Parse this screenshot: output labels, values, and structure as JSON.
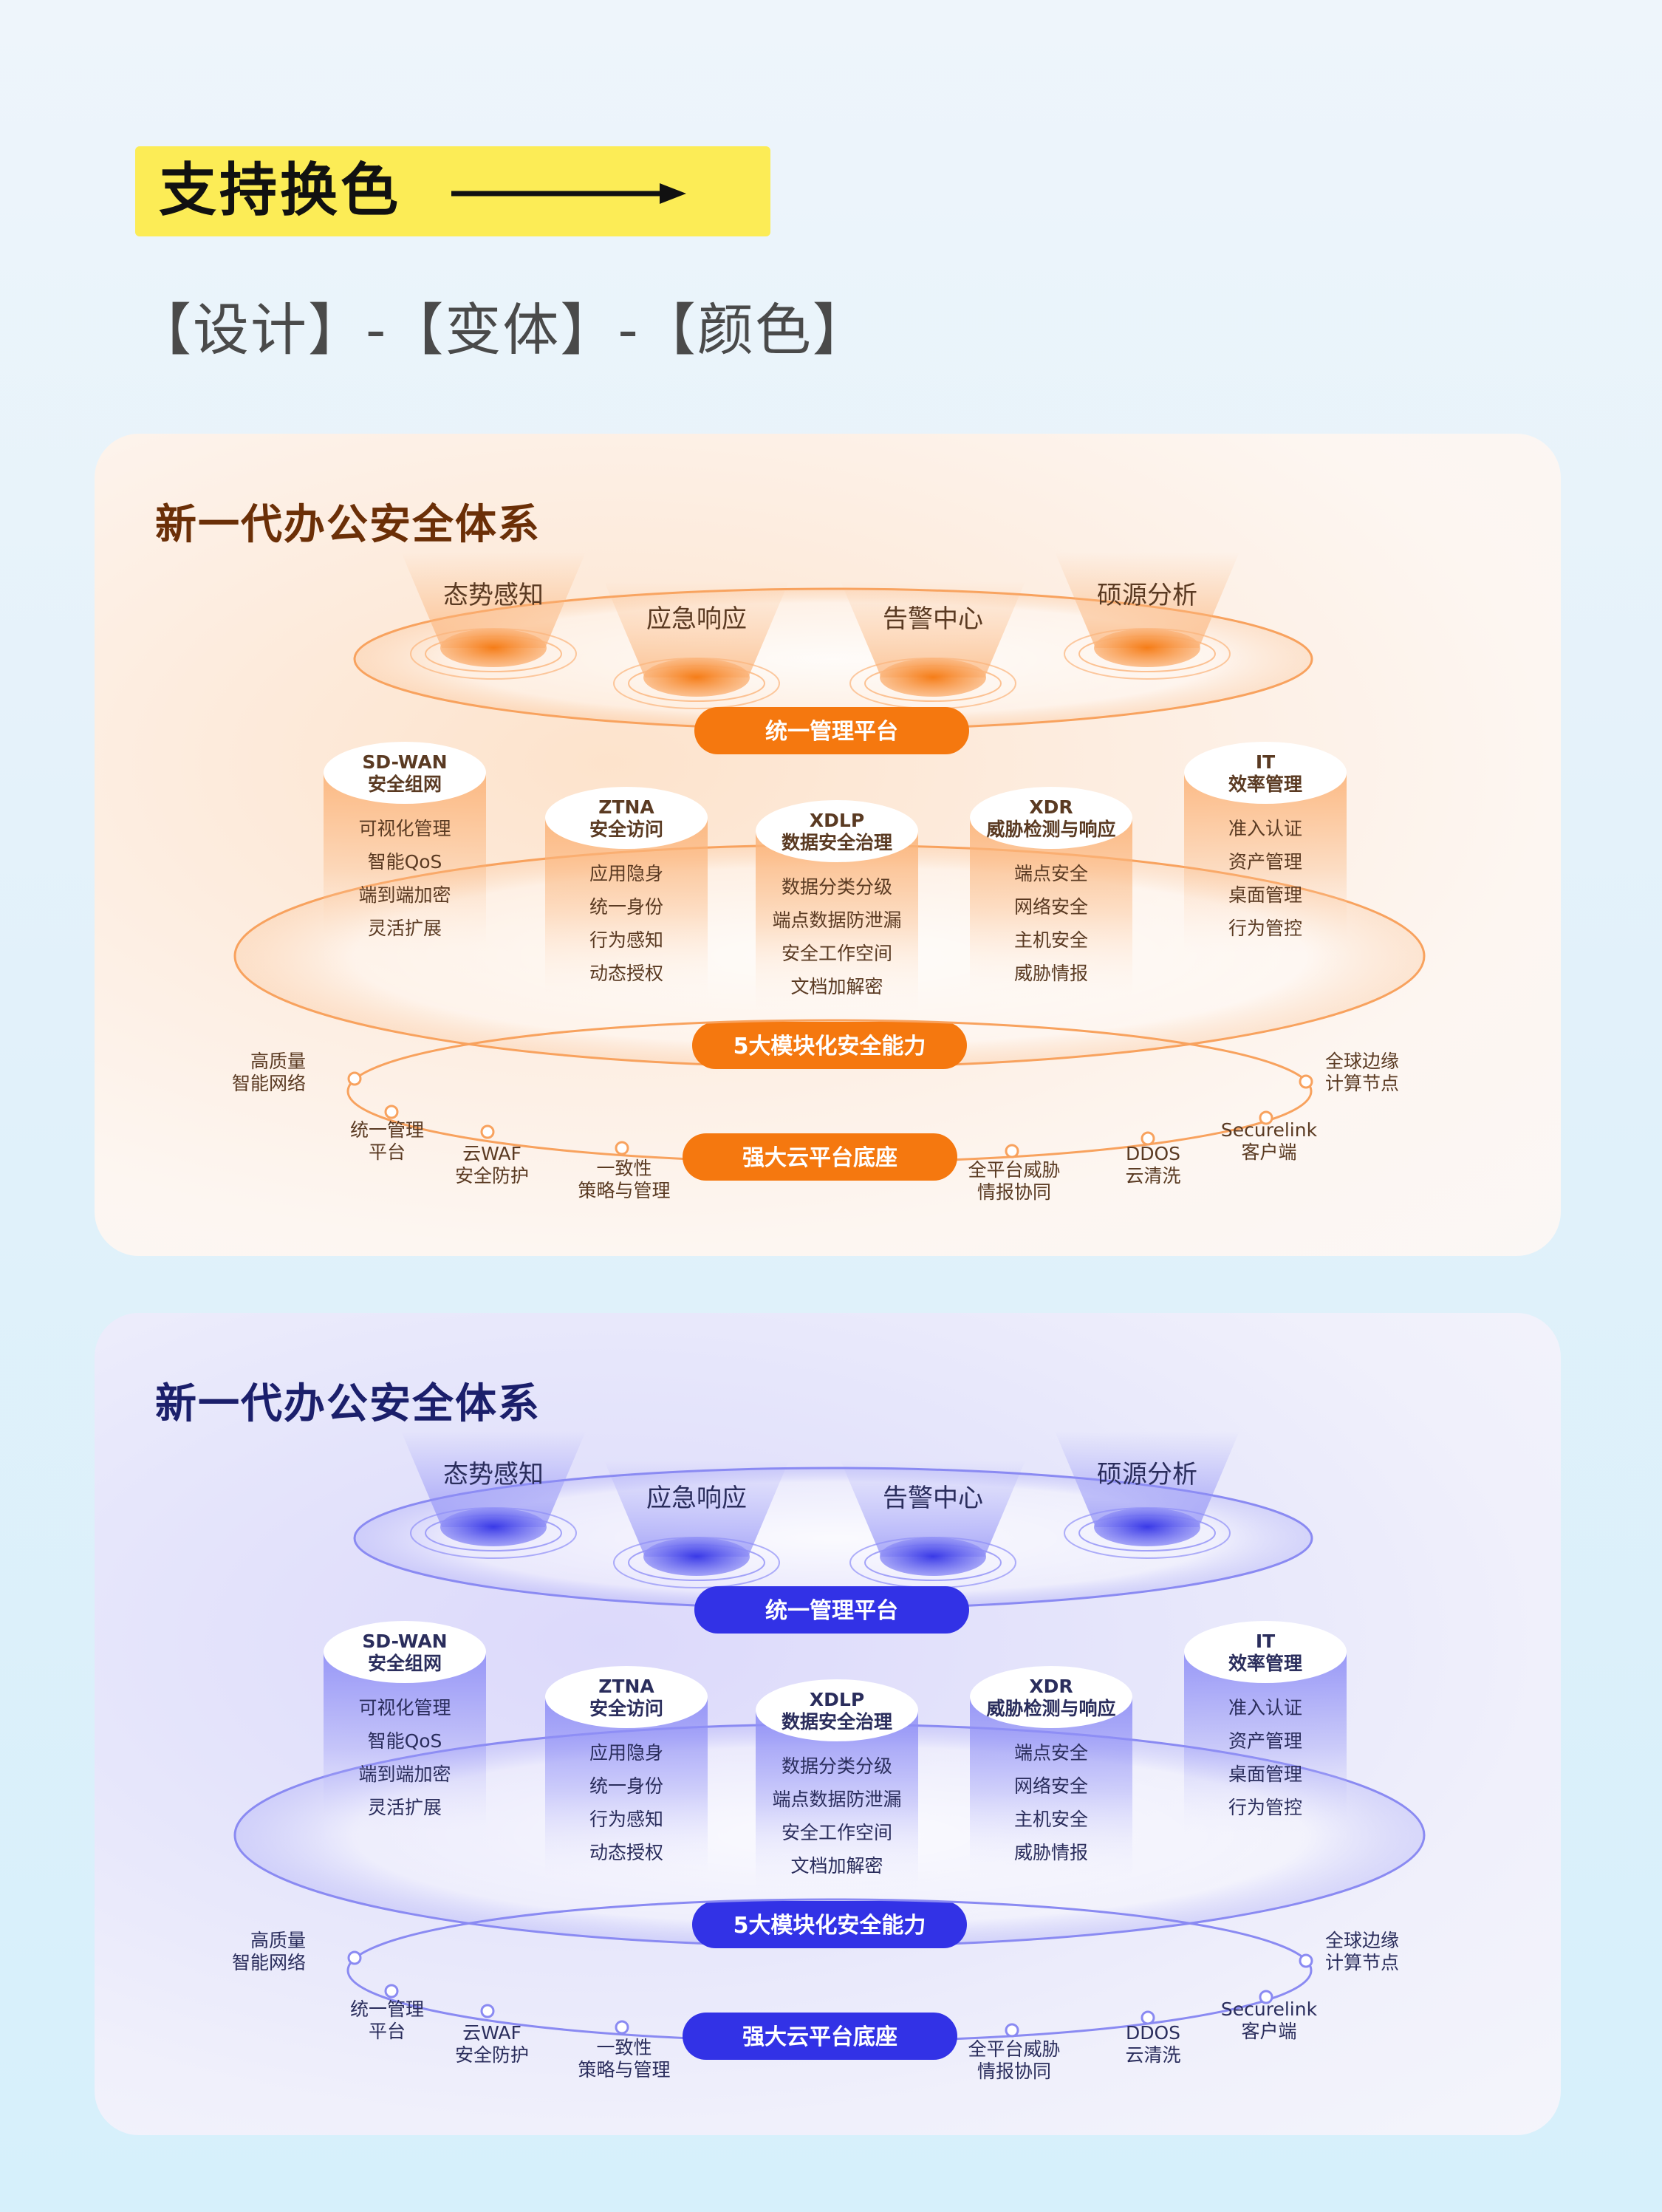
{
  "header": {
    "banner_title": "支持换色",
    "breadcrumb": "【设计】-【变体】-【颜色】"
  },
  "diagram": {
    "title": "新一代办公安全体系",
    "top_items": [
      "态势感知",
      "应急响应",
      "告警中心",
      "硕源分析"
    ],
    "pill_top": "统一管理平台",
    "pill_mid": "5大模块化安全能力",
    "pill_bottom": "强大云平台底座",
    "modules": [
      {
        "title": [
          "SD-WAN",
          "安全组网"
        ],
        "items": [
          "可视化管理",
          "智能QoS",
          "端到端加密",
          "灵活扩展"
        ]
      },
      {
        "title": [
          "ZTNA",
          "安全访问"
        ],
        "items": [
          "应用隐身",
          "统一身份",
          "行为感知",
          "动态授权"
        ]
      },
      {
        "title": [
          "XDLP",
          "数据安全治理"
        ],
        "items": [
          "数据分类分级",
          "端点数据防泄漏",
          "安全工作空间",
          "文档加解密"
        ]
      },
      {
        "title": [
          "XDR",
          "威胁检测与响应"
        ],
        "items": [
          "端点安全",
          "网络安全",
          "主机安全",
          "威胁情报"
        ]
      },
      {
        "title": [
          "IT",
          "效率管理"
        ],
        "items": [
          "准入认证",
          "资产管理",
          "桌面管理",
          "行为管控"
        ]
      }
    ],
    "ring_labels": [
      [
        "高质量",
        "智能网络"
      ],
      [
        "统一管理",
        "平台"
      ],
      [
        "云WAF",
        "安全防护"
      ],
      [
        "一致性",
        "策略与管理"
      ],
      [
        "全平台威胁",
        "情报协同"
      ],
      [
        "DDOS",
        "云清洗"
      ],
      [
        "Securelink",
        "客户端"
      ],
      [
        "全球边缘",
        "计算节点"
      ]
    ]
  },
  "themes": {
    "orange": {
      "accent": "#f5780f",
      "accent_light": "#fbb47a",
      "title": "#6b2f07",
      "text": "#5a3a22",
      "stroke": "#f8a25e"
    },
    "blue": {
      "accent": "#3232e6",
      "accent_light": "#8f8ff6",
      "title": "#1b1f6b",
      "text": "#2a2d5c",
      "stroke": "#8a8af2"
    }
  }
}
